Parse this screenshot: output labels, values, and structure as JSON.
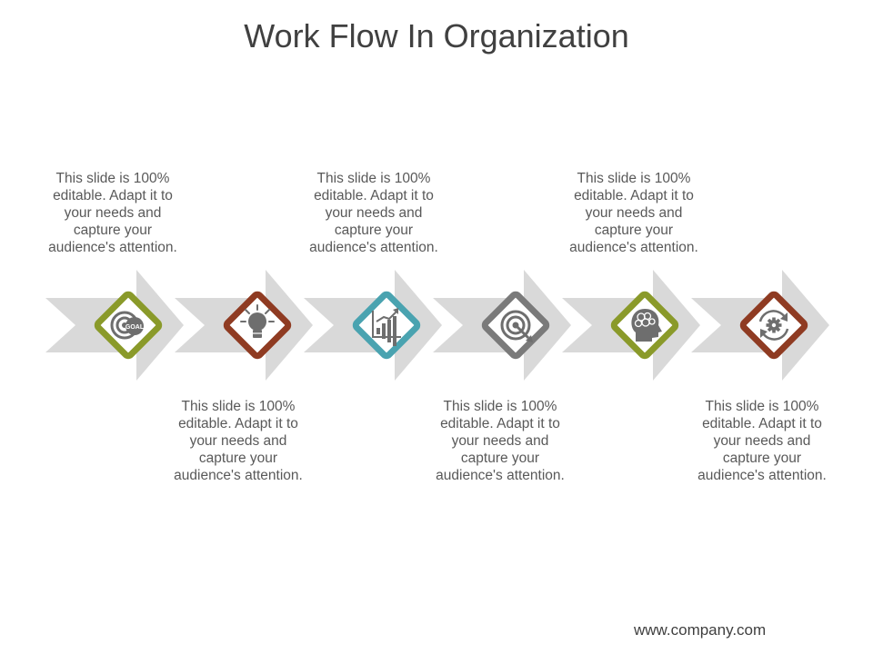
{
  "slide": {
    "title": "Work Flow In Organization",
    "footer": "www.company.com"
  },
  "steps": [
    {
      "icon": "goal-target-icon",
      "color": "#8a9a2a",
      "caption": "This slide is 100% editable. Adapt it to your needs and capture your audience's attention.",
      "caption_position": "top",
      "icon_text": "GOAL"
    },
    {
      "icon": "lightbulb-icon",
      "color": "#8f3b22",
      "caption": "This slide is 100% editable. Adapt it to your needs and capture your audience's attention.",
      "caption_position": "bottom"
    },
    {
      "icon": "bar-chart-growth-icon",
      "color": "#4aa3b0",
      "caption": "This slide is 100% editable. Adapt it to your needs and capture your audience's attention.",
      "caption_position": "top"
    },
    {
      "icon": "target-arrow-icon",
      "color": "#7a7a7a",
      "caption": "This slide is 100% editable. Adapt it to your needs and capture your audience's attention.",
      "caption_position": "bottom"
    },
    {
      "icon": "head-brain-icon",
      "color": "#8a9a2a",
      "caption": "This slide is 100% editable. Adapt it to your needs and capture your audience's attention.",
      "caption_position": "top"
    },
    {
      "icon": "gear-refresh-icon",
      "color": "#8f3b22",
      "caption": "This slide is 100% editable. Adapt it to your needs and capture your audience's attention.",
      "caption_position": "bottom"
    }
  ],
  "colors": {
    "chevron": "#d9d9d9",
    "icon_gray": "#6e6e6e",
    "title": "#404040",
    "caption": "#595959"
  }
}
